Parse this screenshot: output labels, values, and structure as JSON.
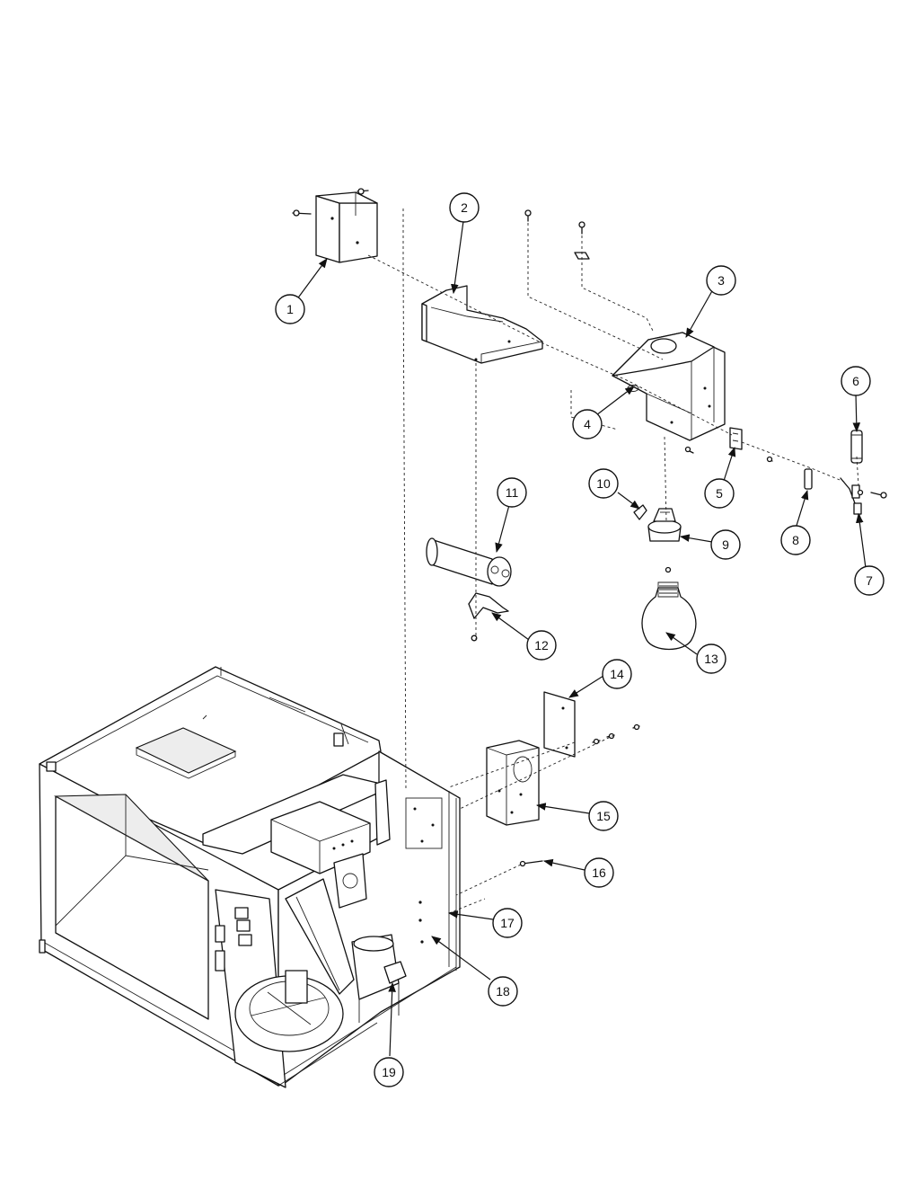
{
  "callouts": [
    {
      "id": "1",
      "label": "1"
    },
    {
      "id": "2",
      "label": "2"
    },
    {
      "id": "3",
      "label": "3"
    },
    {
      "id": "4",
      "label": "4"
    },
    {
      "id": "5",
      "label": "5"
    },
    {
      "id": "6",
      "label": "6"
    },
    {
      "id": "7",
      "label": "7"
    },
    {
      "id": "8",
      "label": "8"
    },
    {
      "id": "9",
      "label": "9"
    },
    {
      "id": "10",
      "label": "10"
    },
    {
      "id": "11",
      "label": "11"
    },
    {
      "id": "12",
      "label": "12"
    },
    {
      "id": "13",
      "label": "13"
    },
    {
      "id": "14",
      "label": "14"
    },
    {
      "id": "15",
      "label": "15"
    },
    {
      "id": "16",
      "label": "16"
    },
    {
      "id": "17",
      "label": "17"
    },
    {
      "id": "18",
      "label": "18"
    },
    {
      "id": "19",
      "label": "19"
    }
  ],
  "colors": {
    "ink": "#111111",
    "paper": "#ffffff"
  }
}
